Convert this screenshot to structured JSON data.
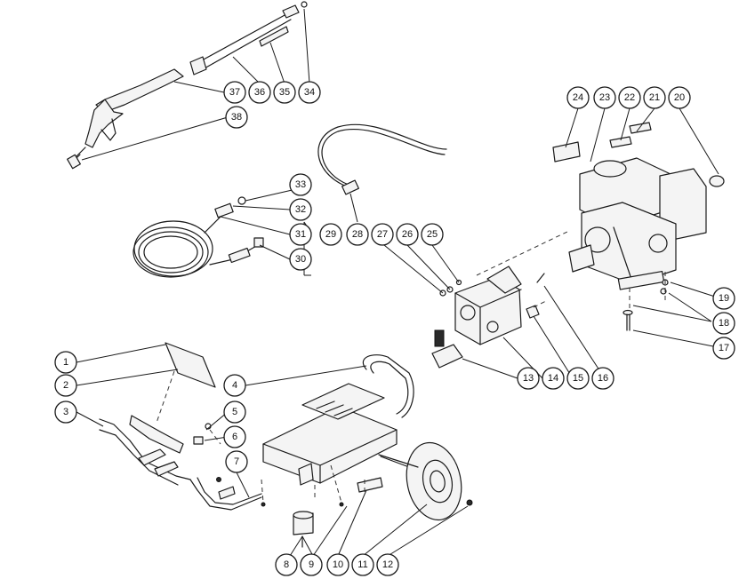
{
  "callouts": [
    "1",
    "2",
    "3",
    "4",
    "5",
    "6",
    "7",
    "8",
    "9",
    "10",
    "11",
    "12",
    "13",
    "14",
    "15",
    "16",
    "17",
    "18",
    "19",
    "20",
    "21",
    "22",
    "23",
    "24",
    "25",
    "26",
    "27",
    "28",
    "29",
    "30",
    "31",
    "32",
    "33",
    "34",
    "35",
    "36",
    "37",
    "38"
  ],
  "colors": {
    "line": "#1a1a1a",
    "background": "#ffffff",
    "fill": "#f4f4f4"
  }
}
